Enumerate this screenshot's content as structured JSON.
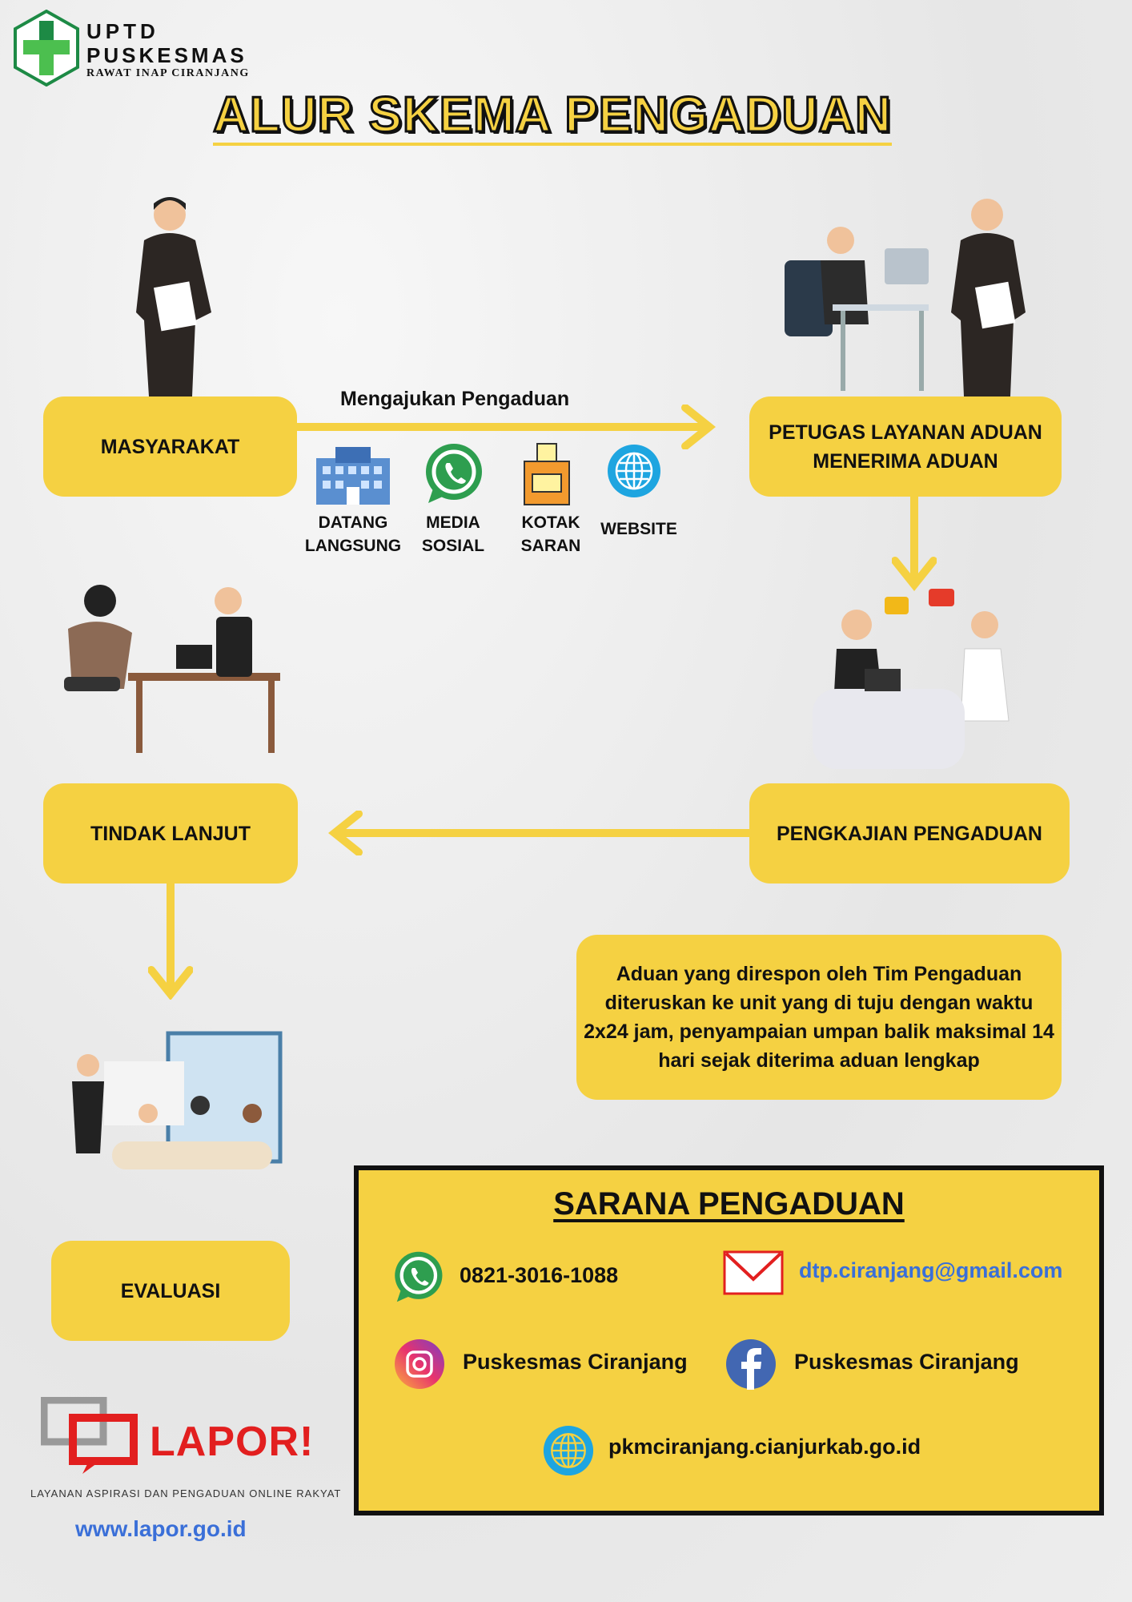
{
  "header": {
    "logo_line1": "UPTD",
    "logo_line2": "PUSKESMAS",
    "logo_line3": "RAWAT INAP CIRANJANG",
    "title": "ALUR SKEMA PENGADUAN"
  },
  "flow": {
    "masyarakat": "MASYARAKAT",
    "arrow_label": "Mengajukan Pengaduan",
    "petugas": "PETUGAS LAYANAN ADUAN MENERIMA ADUAN",
    "pengkajian": "PENGKAJIAN PENGADUAN",
    "tindak_lanjut": "TINDAK LANJUT",
    "evaluasi": "EVALUASI",
    "channels": [
      {
        "label": "DATANG LANGSUNG",
        "icon": "building-icon"
      },
      {
        "label": "MEDIA SOSIAL",
        "icon": "whatsapp-icon"
      },
      {
        "label": "KOTAK SARAN",
        "icon": "suggestion-box-icon"
      },
      {
        "label": "WEBSITE",
        "icon": "globe-icon"
      }
    ]
  },
  "note": "Aduan yang direspon oleh Tim Pengaduan diteruskan ke unit yang di tuju dengan waktu 2x24 jam, penyampaian umpan balik maksimal 14 hari sejak diterima aduan lengkap",
  "sarana": {
    "title": "SARANA PENGADUAN",
    "phone": "0821-3016-1088",
    "email": "dtp.ciranjang@gmail.com",
    "instagram": "Puskesmas Ciranjang",
    "facebook": "Puskesmas Ciranjang",
    "website": "pkmciranjang.cianjurkab.go.id"
  },
  "lapor": {
    "logo_text": "LAPOR!",
    "tagline": "LAYANAN ASPIRASI DAN PENGADUAN ONLINE RAKYAT",
    "url": "www.lapor.go.id"
  },
  "colors": {
    "yellow": "#f5d142",
    "green": "#2e9e4f",
    "blue": "#3a6fd8"
  }
}
